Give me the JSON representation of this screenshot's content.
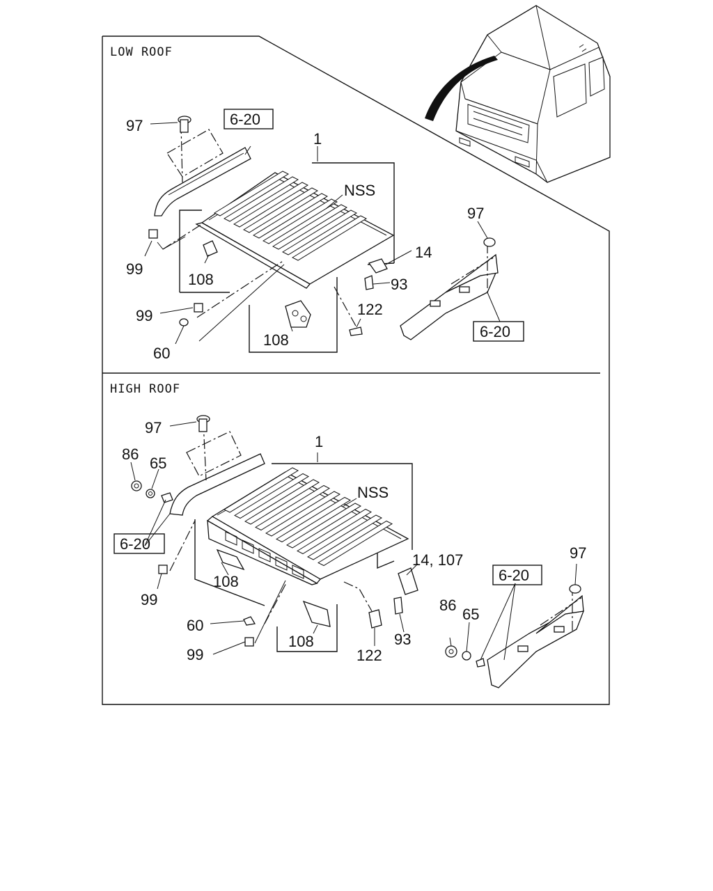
{
  "sections": {
    "low": {
      "title": "LOW ROOF"
    },
    "high": {
      "title": "HIGH ROOF"
    }
  },
  "low_roof": {
    "labels": {
      "p97a": "97",
      "ref620a": "6-20",
      "p1": "1",
      "nss": "NSS",
      "p14": "14",
      "p93": "93",
      "p99a": "99",
      "p108a": "108",
      "p99b": "99",
      "p60": "60",
      "p108b": "108",
      "p122": "122",
      "p97b": "97",
      "ref620b": "6-20"
    }
  },
  "high_roof": {
    "labels": {
      "p97a": "97",
      "p86a": "86",
      "p65a": "65",
      "ref620a": "6-20",
      "p1": "1",
      "nss": "NSS",
      "p14_107": "14, 107",
      "p99a": "99",
      "p108a": "108",
      "p60": "60",
      "p99b": "99",
      "p108b": "108",
      "p122": "122",
      "p93": "93",
      "p86b": "86",
      "p65b": "65",
      "ref620b": "6-20",
      "p97b": "97"
    }
  }
}
